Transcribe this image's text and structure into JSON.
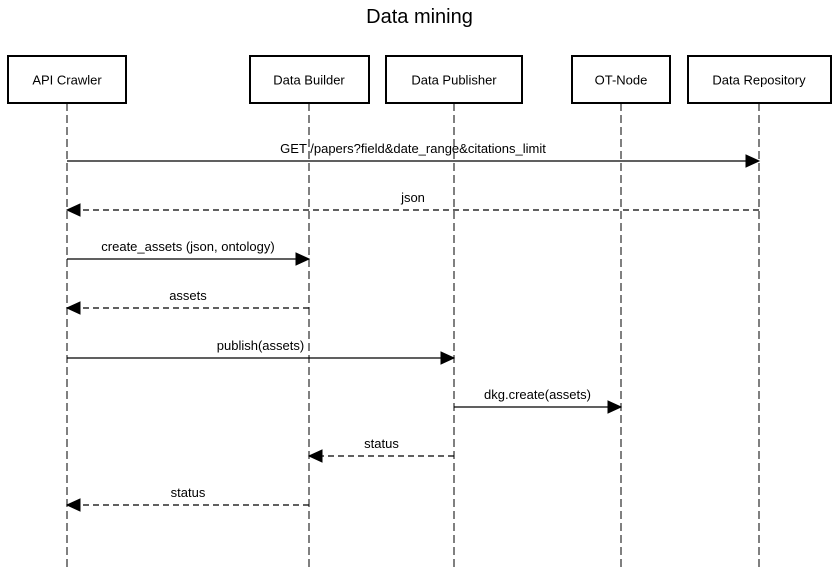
{
  "title": "Data mining",
  "colors": {
    "stroke": "#000000",
    "background": "#ffffff"
  },
  "actors": [
    {
      "id": "crawler",
      "label": "API Crawler"
    },
    {
      "id": "builder",
      "label": "Data Builder"
    },
    {
      "id": "publisher",
      "label": "Data Publisher"
    },
    {
      "id": "otnode",
      "label": "OT-Node"
    },
    {
      "id": "repo",
      "label": "Data Repository"
    }
  ],
  "messages": [
    {
      "from": "crawler",
      "to": "repo",
      "label": "GET /papers?field&date_range&citations_limit",
      "style": "sync"
    },
    {
      "from": "repo",
      "to": "crawler",
      "label": "json",
      "style": "return"
    },
    {
      "from": "crawler",
      "to": "builder",
      "label": "create_assets (json, ontology)",
      "style": "sync"
    },
    {
      "from": "builder",
      "to": "crawler",
      "label": "assets",
      "style": "return"
    },
    {
      "from": "crawler",
      "to": "publisher",
      "label": "publish(assets)",
      "style": "sync"
    },
    {
      "from": "publisher",
      "to": "otnode",
      "label": "dkg.create(assets)",
      "style": "sync"
    },
    {
      "from": "publisher",
      "to": "builder",
      "label": "status",
      "style": "return"
    },
    {
      "from": "builder",
      "to": "crawler",
      "label": "status",
      "style": "return"
    }
  ]
}
